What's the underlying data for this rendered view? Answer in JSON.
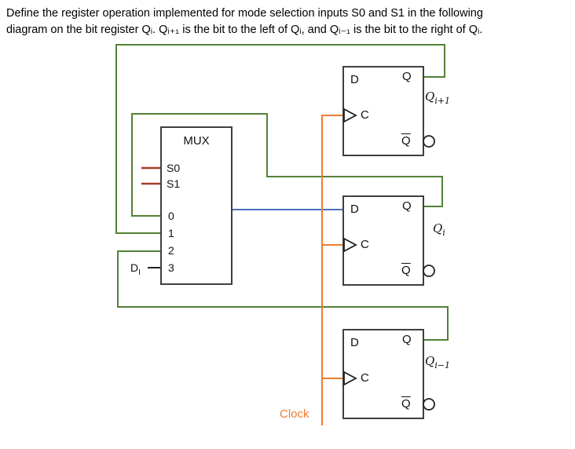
{
  "title": {
    "line1": "Define the register operation implemented for mode selection inputs S0 and S1 in the following",
    "line2": "diagram on the bit register Qᵢ. Qᵢ₊₁ is the bit to the left of Qᵢ, and Qᵢ₋₁ is the bit to the right of Qᵢ."
  },
  "mux": {
    "label": "MUX",
    "select_inputs": [
      "S0",
      "S1"
    ],
    "data_inputs": [
      "0",
      "1",
      "2",
      "3"
    ],
    "external_input": {
      "base": "D",
      "sub": "I"
    }
  },
  "flipflops": [
    {
      "d": "D",
      "q": "Q",
      "c": "C",
      "qbar": "Q",
      "ext": {
        "base": "Q",
        "sub": "i+1"
      }
    },
    {
      "d": "D",
      "q": "Q",
      "c": "C",
      "qbar": "Q",
      "ext": {
        "base": "Q",
        "sub": "i"
      }
    },
    {
      "d": "D",
      "q": "Q",
      "c": "C",
      "qbar": "Q",
      "ext": {
        "base": "Q",
        "sub": "i−1"
      }
    }
  ],
  "clock": {
    "label": "Clock"
  },
  "colors": {
    "wire_green": "#538135",
    "wire_blue": "#4472C4",
    "wire_orange": "#ED7D31",
    "select_red": "#A33E28",
    "box_border": "#3F3F3F"
  }
}
